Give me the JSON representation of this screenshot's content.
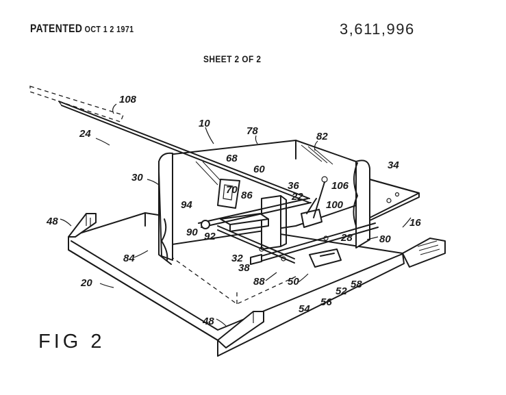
{
  "header": {
    "patented_label": "PATENTED",
    "patented_date": "OCT 1 2 1971",
    "patent_number": "3,611,996",
    "sheet": "SHEET 2 OF 2"
  },
  "figure": {
    "caption": "FIG 2",
    "reference_numerals": [
      "108",
      "10",
      "78",
      "82",
      "24",
      "68",
      "60",
      "36",
      "106",
      "34",
      "30",
      "70",
      "86",
      "22",
      "94",
      "100",
      "48",
      "90",
      "92",
      "28",
      "80",
      "16",
      "84",
      "32",
      "38",
      "88",
      "50",
      "54",
      "56",
      "52",
      "58",
      "20",
      "48"
    ]
  }
}
